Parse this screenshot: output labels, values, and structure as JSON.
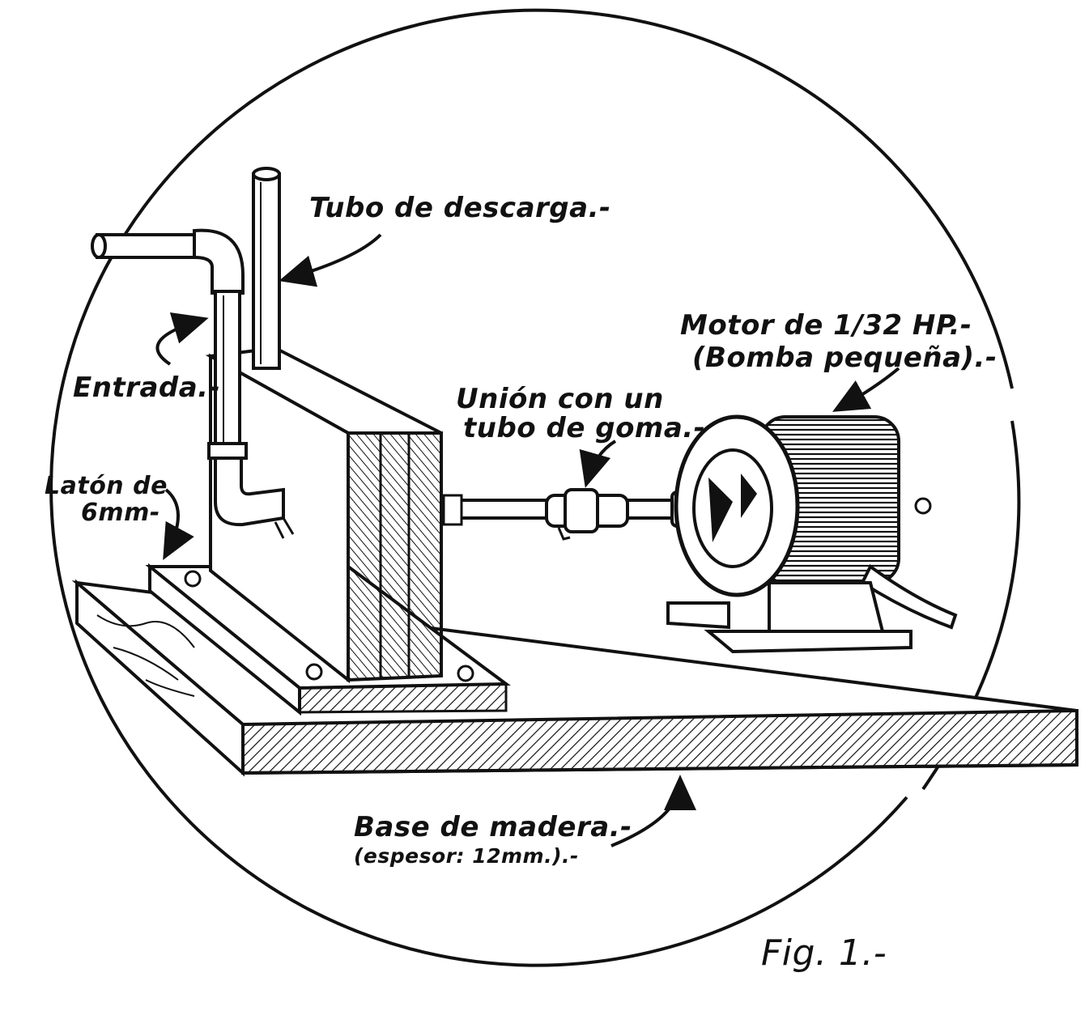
{
  "labels": {
    "discharge_tube": "Tubo de descarga.-",
    "inlet": "Entrada.-",
    "brass_line1": "Latón de",
    "brass_line2": "6mm-",
    "union_line1": "Unión con un",
    "union_line2": "tubo de goma.-",
    "motor_line1": "Motor de 1/32 HP.-",
    "motor_line2": "(Bomba pequeña).-",
    "base_line1": "Base de madera.-",
    "base_line2": "(espesor: 12mm.).-",
    "figure_caption": "Fig. 1.-"
  },
  "colors": {
    "ink": "#111111",
    "paper": "#ffffff"
  }
}
